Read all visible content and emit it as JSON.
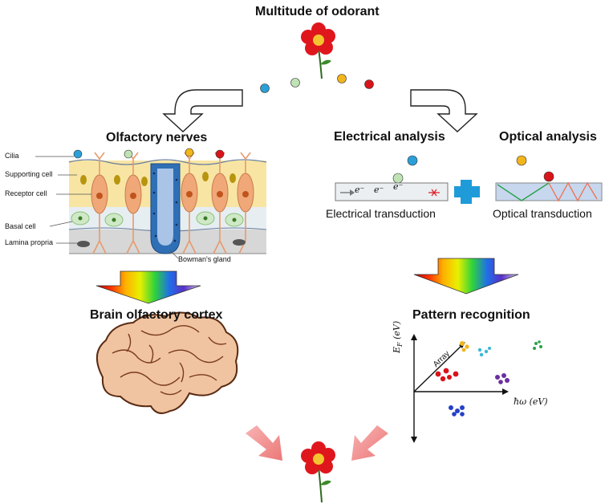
{
  "title": "Multitude of odorant",
  "left": {
    "heading": "Olfactory nerves",
    "labels": {
      "cilia": "Cilia",
      "supporting_cell": "Supporting cell",
      "receptor_cell": "Receptor cell",
      "basal_cell": "Basal cell",
      "lamina_propria": "Lamina propria",
      "bowmans_gland": "Bowman's gland"
    },
    "result": "Brain olfactory cortex"
  },
  "right": {
    "electrical_heading": "Electrical analysis",
    "optical_heading": "Optical analysis",
    "electrical_caption": "Electrical transduction",
    "optical_caption": "Optical transduction",
    "electron_label": "e⁻",
    "result": "Pattern recognition",
    "plot": {
      "y_label": "E",
      "y_sub": "F",
      "y_unit": "(eV)",
      "x_label": "ħω",
      "x_unit": "(eV)",
      "array_label": "Array"
    }
  },
  "colors": {
    "odorant_blue": "#2a9fd8",
    "odorant_green": "#bfe3b4",
    "odorant_yellow": "#f2b51c",
    "odorant_red": "#d8141a",
    "flower_red": "#e0161d",
    "flower_center": "#f4c430",
    "arrow_pink": "#f08080",
    "plus_blue": "#1f9bd9"
  }
}
